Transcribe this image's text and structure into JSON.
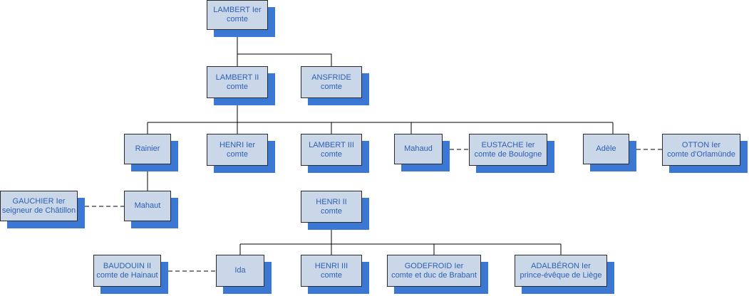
{
  "colors": {
    "box_fill": "#c9d7e8",
    "shadow": "#3a78d4",
    "text": "#2d5fb5",
    "line": "#000000"
  },
  "nodes": {
    "lambert1": {
      "line1": "LAMBERT Ier",
      "line2": "comte"
    },
    "lambert2": {
      "line1": "LAMBERT II",
      "line2": "comte"
    },
    "ansfride": {
      "line1": "ANSFRIDE",
      "line2": "comte"
    },
    "rainier": {
      "line1": "Rainier",
      "line2": ""
    },
    "henri1": {
      "line1": "HENRI Ier",
      "line2": "comte"
    },
    "lambert3": {
      "line1": "LAMBERT III",
      "line2": "comte"
    },
    "mahaud": {
      "line1": "Mahaud",
      "line2": ""
    },
    "eustache": {
      "line1": "EUSTACHE Ier",
      "line2": "comte de Boulogne"
    },
    "adele": {
      "line1": "Adèle",
      "line2": ""
    },
    "otton": {
      "line1": "OTTON Ier",
      "line2": "comte d'Orlamünde"
    },
    "gauchier": {
      "line1": "GAUCHIER Ier",
      "line2": "seigneur de Châtillon"
    },
    "mahaut": {
      "line1": "Mahaut",
      "line2": ""
    },
    "henri2": {
      "line1": "HENRI II",
      "line2": "comte"
    },
    "baudouin": {
      "line1": "BAUDOUIN II",
      "line2": "comte de Hainaut"
    },
    "ida": {
      "line1": "Ida",
      "line2": ""
    },
    "henri3": {
      "line1": "HENRI III",
      "line2": "comte"
    },
    "godefroid": {
      "line1": "GODEFROID Ier",
      "line2": "comte et duc de Brabant"
    },
    "adalberon": {
      "line1": "ADALBÉRON Ier",
      "line2": "prince-évêque de Liège"
    }
  }
}
